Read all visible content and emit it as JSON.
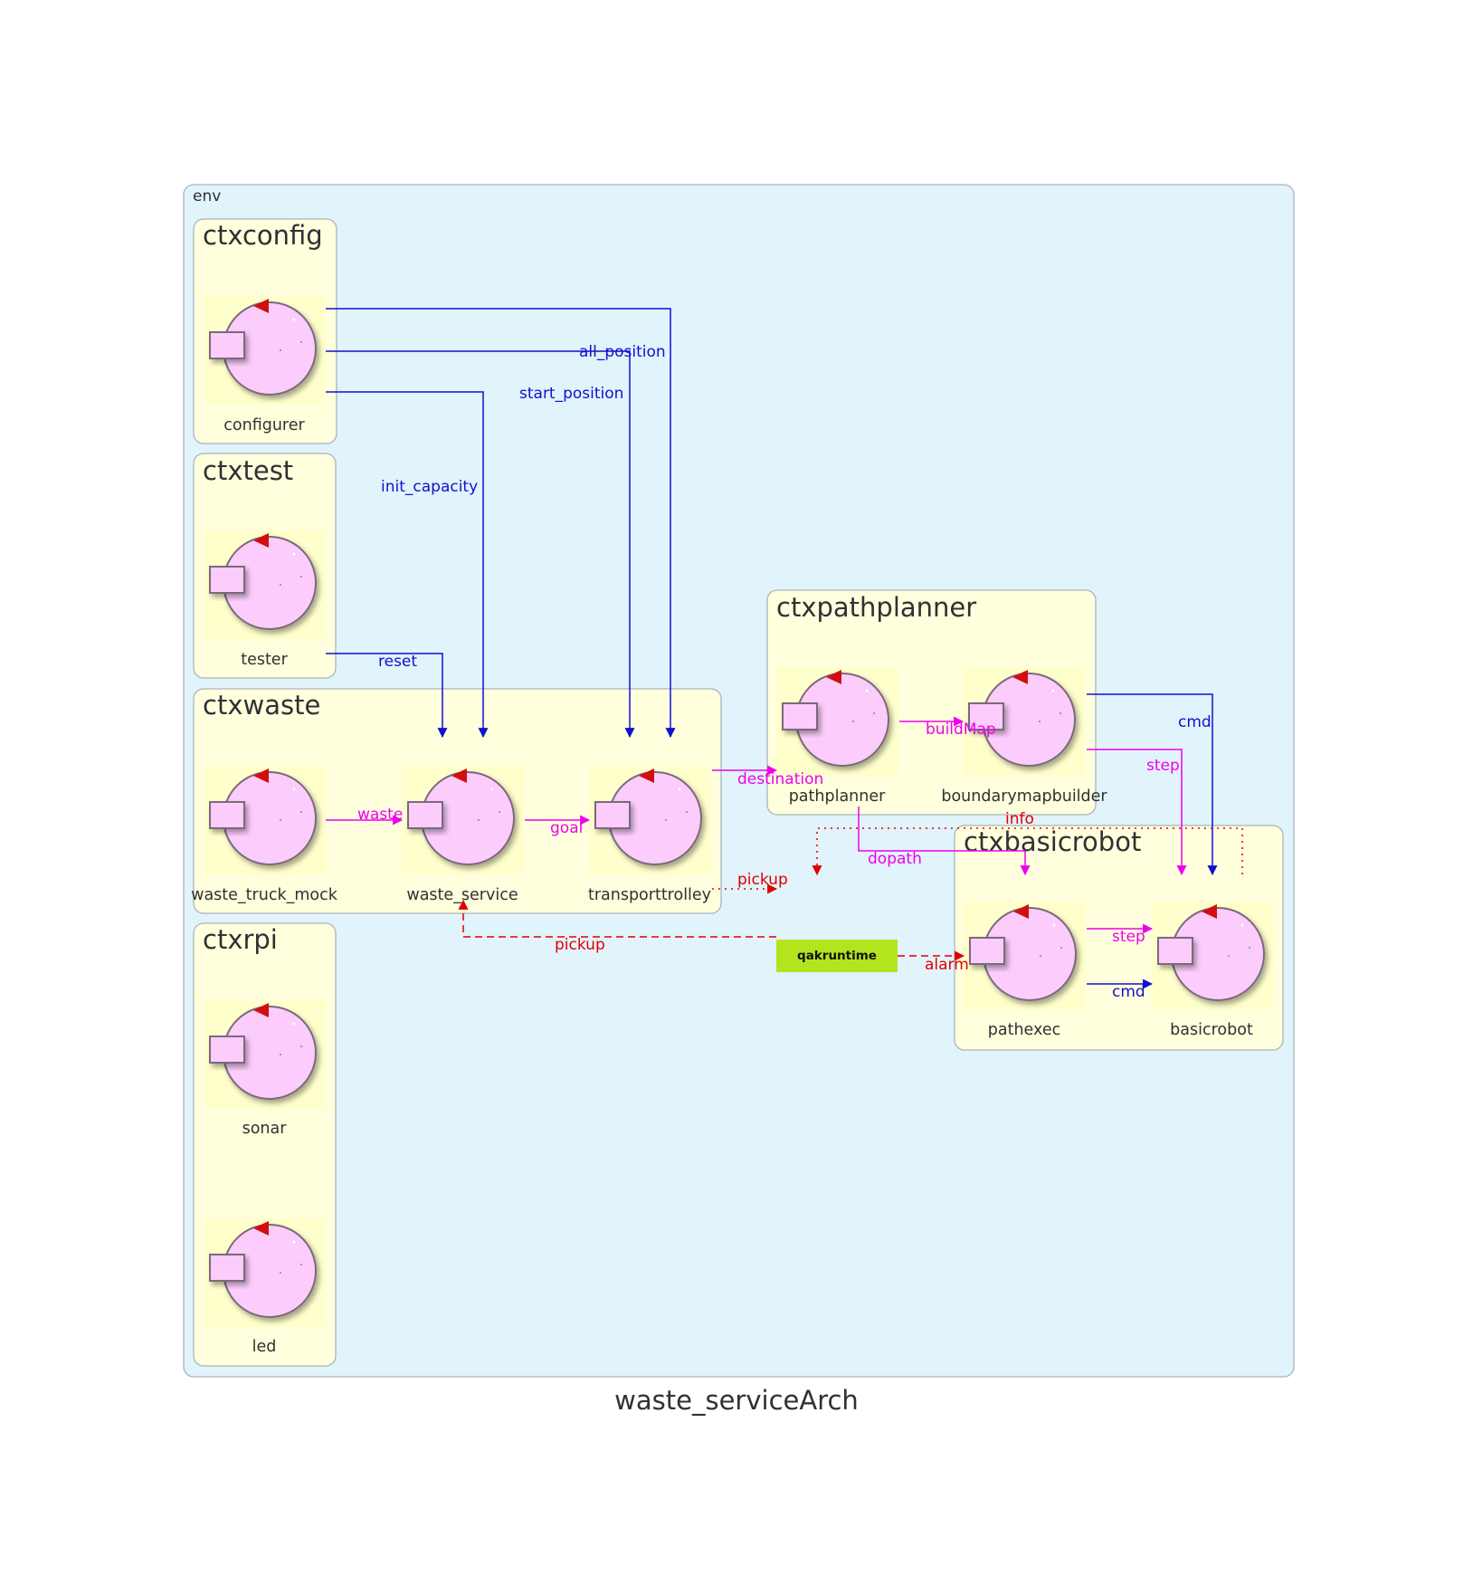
{
  "title": "waste_serviceArch",
  "env": {
    "label": "env"
  },
  "contexts": {
    "ctxconfig": "ctxconfig",
    "ctxtest": "ctxtest",
    "ctxwaste": "ctxwaste",
    "ctxrpi": "ctxrpi",
    "ctxpathplanner": "ctxpathplanner",
    "ctxbasicrobot": "ctxbasicrobot"
  },
  "actors": {
    "configurer": "configurer",
    "tester": "tester",
    "waste_truck_mock": "waste_truck_mock",
    "waste_service": "waste_service",
    "transporttrolley": "transporttrolley",
    "sonar": "sonar",
    "led": "led",
    "pathplanner": "pathplanner",
    "boundarymapbuilder": "boundarymapbuilder",
    "pathexec": "pathexec",
    "basicrobot": "basicrobot"
  },
  "runtime": {
    "label": "qakruntime"
  },
  "edges": {
    "all_position": "all_position",
    "start_position": "start_position",
    "init_capacity": "init_capacity",
    "reset": "reset",
    "waste": "waste",
    "goal": "goal",
    "destination": "destination",
    "buildMap": "buildMap",
    "cmd_bmb": "cmd",
    "step_bmb": "step",
    "info": "info",
    "dopath": "dopath",
    "pickup_tt": "pickup",
    "pickup_ws": "pickup",
    "alarm": "alarm",
    "step_pe": "step",
    "cmd_pe": "cmd"
  },
  "colors": {
    "dispatch": "#1010d0",
    "request": "#ee00ee",
    "event": "#e00000",
    "env_fill": "#e1f3fb",
    "ctx_fill": "#ffffdd",
    "actor_fill": "#fcccfc",
    "runtime_fill": "#b4e41e"
  },
  "icon": "actor-icon"
}
